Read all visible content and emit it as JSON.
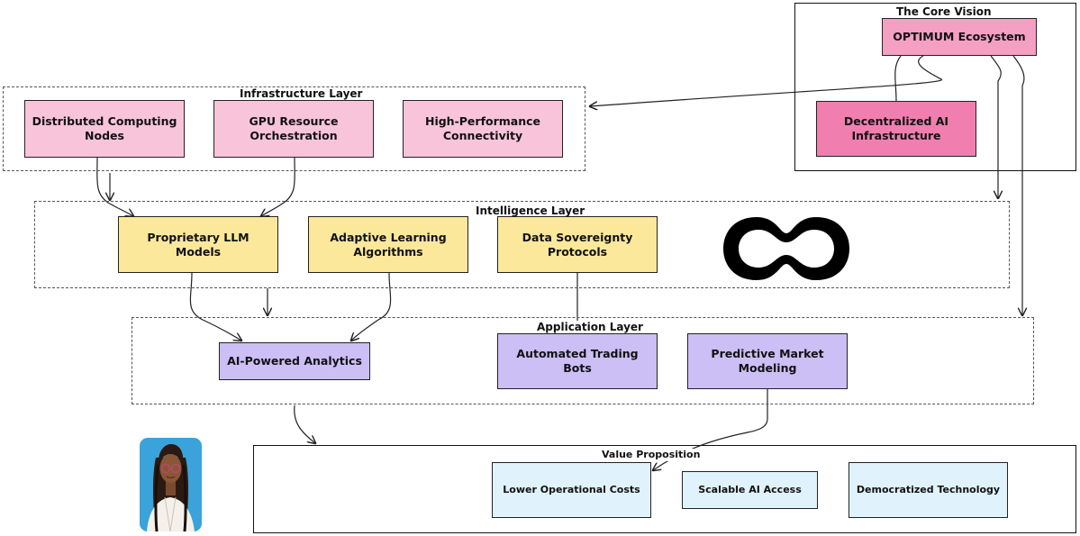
{
  "core_vision": {
    "title": "The Core Vision",
    "ecosystem": "OPTIMUM Ecosystem",
    "decentralized": "Decentralized AI Infrastructure"
  },
  "infrastructure": {
    "title": "Infrastructure Layer",
    "nodes": [
      "Distributed Computing Nodes",
      "GPU Resource Orchestration",
      "High-Performance Connectivity"
    ]
  },
  "intelligence": {
    "title": "Intelligence Layer",
    "nodes": [
      "Proprietary LLM Models",
      "Adaptive Learning Algorithms",
      "Data Sovereignty Protocols"
    ]
  },
  "application": {
    "title": "Application Layer",
    "nodes": [
      "AI-Powered Analytics",
      "Automated Trading Bots",
      "Predictive Market Modeling"
    ]
  },
  "value": {
    "title": "Value Proposition",
    "nodes": [
      "Lower Operational Costs",
      "Scalable AI Access",
      "Democratized Technology"
    ]
  },
  "icons": {
    "logo": "infinity-ring-logo",
    "avatar": "woman-with-glasses-avatar"
  },
  "colors": {
    "infra_node": "#f8c4da",
    "core_node": "#f4a0c3",
    "core_node_strong": "#f07fb0",
    "intelligence_node": "#fbe89a",
    "application_node": "#cbbff6",
    "value_node": "#e0f2fb"
  }
}
